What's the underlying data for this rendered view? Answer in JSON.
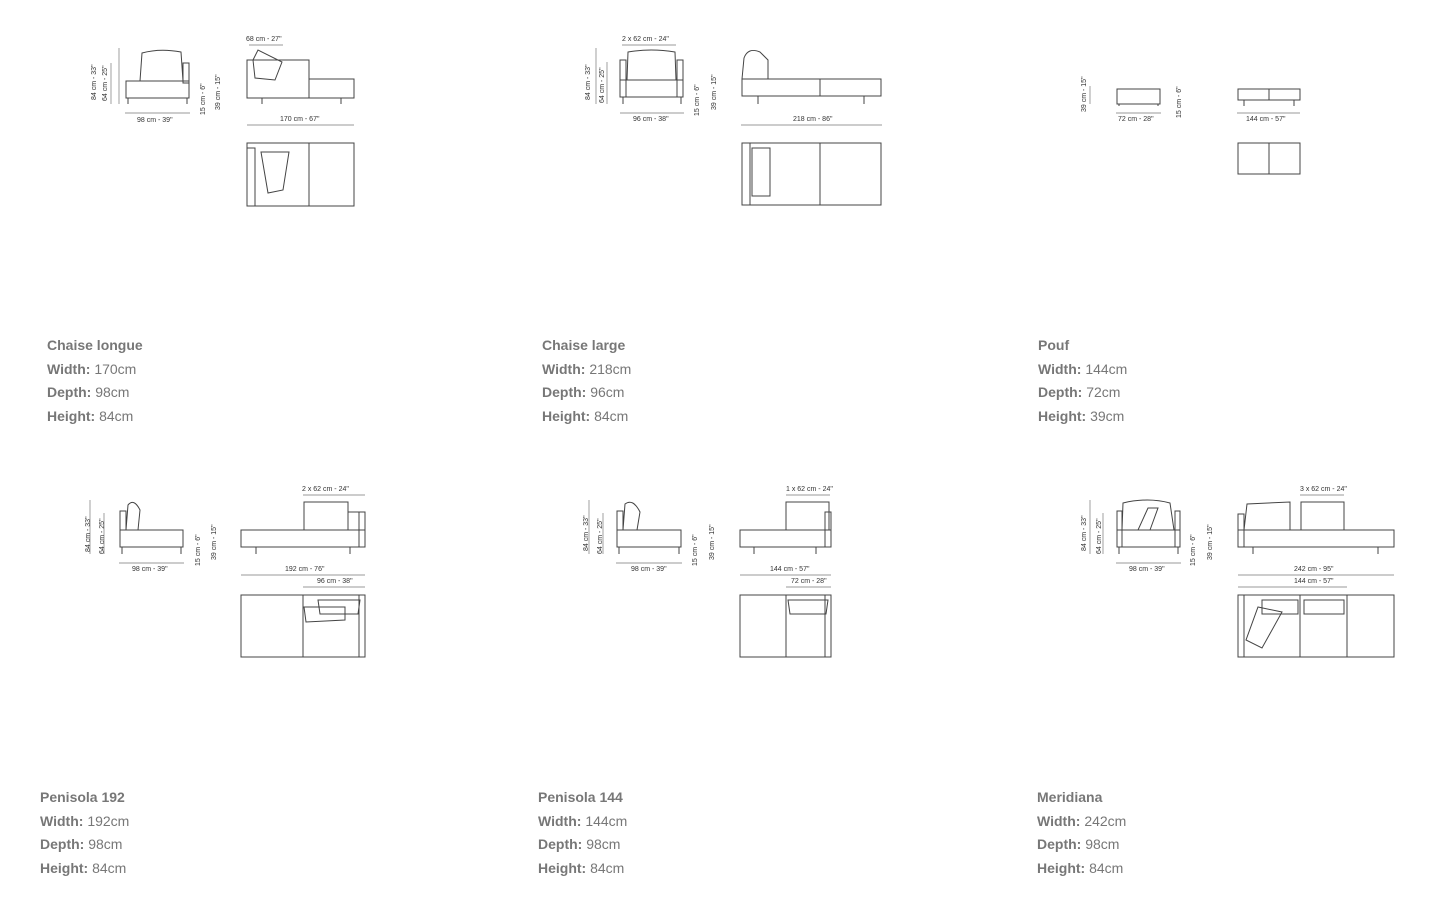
{
  "labels": {
    "width": "Width:",
    "depth": "Depth:",
    "height": "Height:"
  },
  "products": [
    {
      "name": "Chaise longue",
      "width": "170cm",
      "depth": "98cm",
      "height": "84cm",
      "dims": {
        "h_total": "84 cm - 33\"",
        "h_seat_back": "64 cm - 25\"",
        "depth": "98 cm - 39\"",
        "leg": "15 cm - 6\"",
        "seat": "39 cm - 15\"",
        "cushion": "68 cm - 27\"",
        "width": "170 cm - 67\""
      }
    },
    {
      "name": "Chaise large",
      "width": "218cm",
      "depth": "96cm",
      "height": "84cm",
      "dims": {
        "cushion": "2 x 62 cm - 24\"",
        "h_total": "84 cm - 33\"",
        "h_seat_back": "64 cm - 25\"",
        "depth": "96 cm - 38\"",
        "leg": "15 cm - 6\"",
        "seat": "39 cm - 15\"",
        "width": "218 cm - 86\""
      }
    },
    {
      "name": "Pouf",
      "width": "144cm",
      "depth": "72cm",
      "height": "39cm",
      "dims": {
        "seat": "39 cm - 15\"",
        "depth": "72 cm - 28\"",
        "leg": "15 cm - 6\"",
        "width": "144 cm - 57\""
      }
    },
    {
      "name": "Penisola 192",
      "width": "192cm",
      "depth": "98cm",
      "height": "84cm",
      "dims": {
        "h_total": "84 cm - 33\"",
        "h_seat_back": "64 cm - 25\"",
        "depth": "98 cm - 39\"",
        "leg": "15 cm - 6\"",
        "seat": "39 cm - 15\"",
        "cushion": "2 x 62 cm - 24\"",
        "width": "192 cm - 76\"",
        "sub": "96 cm - 38\""
      }
    },
    {
      "name": "Penisola 144",
      "width": "144cm",
      "depth": "98cm",
      "height": "84cm",
      "dims": {
        "h_total": "84 cm - 33\"",
        "h_seat_back": "64 cm - 25\"",
        "depth": "98 cm - 39\"",
        "leg": "15 cm - 6\"",
        "seat": "39 cm - 15\"",
        "cushion": "1 x 62 cm - 24\"",
        "width": "144 cm - 57\"",
        "sub": "72 cm - 28\""
      }
    },
    {
      "name": "Meridiana",
      "width": "242cm",
      "depth": "98cm",
      "height": "84cm",
      "dims": {
        "h_total": "84 cm - 33\"",
        "h_seat_back": "64 cm - 25\"",
        "depth": "98 cm - 39\"",
        "leg": "15 cm - 6\"",
        "seat": "39 cm - 15\"",
        "cushion": "3 x 62 cm - 24\"",
        "width": "242 cm - 95\"",
        "sub": "144 cm - 57\""
      }
    }
  ]
}
